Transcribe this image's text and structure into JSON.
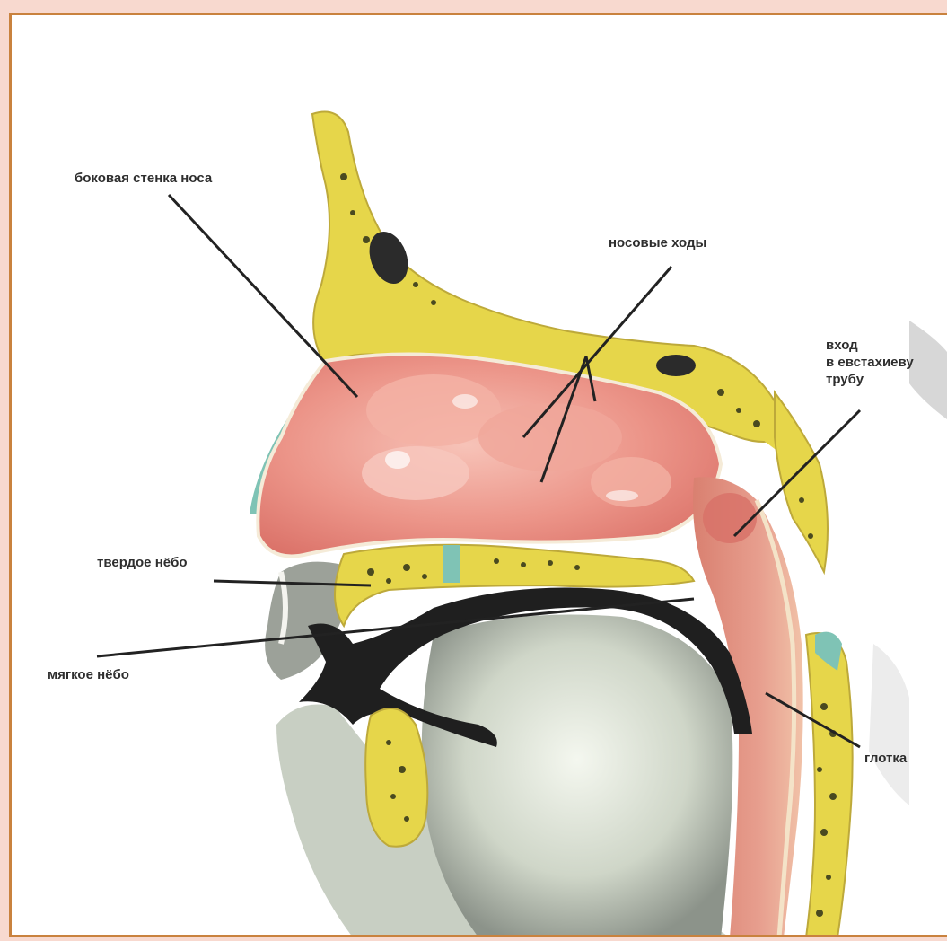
{
  "labels": {
    "lateral_wall": "боковая стенка носа",
    "nasal_passages": "носовые ходы",
    "eustachian": [
      "вход",
      "в евстахиеву",
      "трубу"
    ],
    "hard_palate": "твердое нёбо",
    "pharynx": "глотка",
    "soft_palate": "мягкое нёбо"
  },
  "colors": {
    "bone": "#e6d64a",
    "bone_spots": "#4a4a20",
    "mucosa": "#e8837a",
    "mucosa_light": "#f5b8ae",
    "cartilage": "#7fc3b5",
    "palate_dark": "#1f1f1f",
    "frame_border": "#c9823e",
    "frame_bg": "#f8d9cf"
  }
}
